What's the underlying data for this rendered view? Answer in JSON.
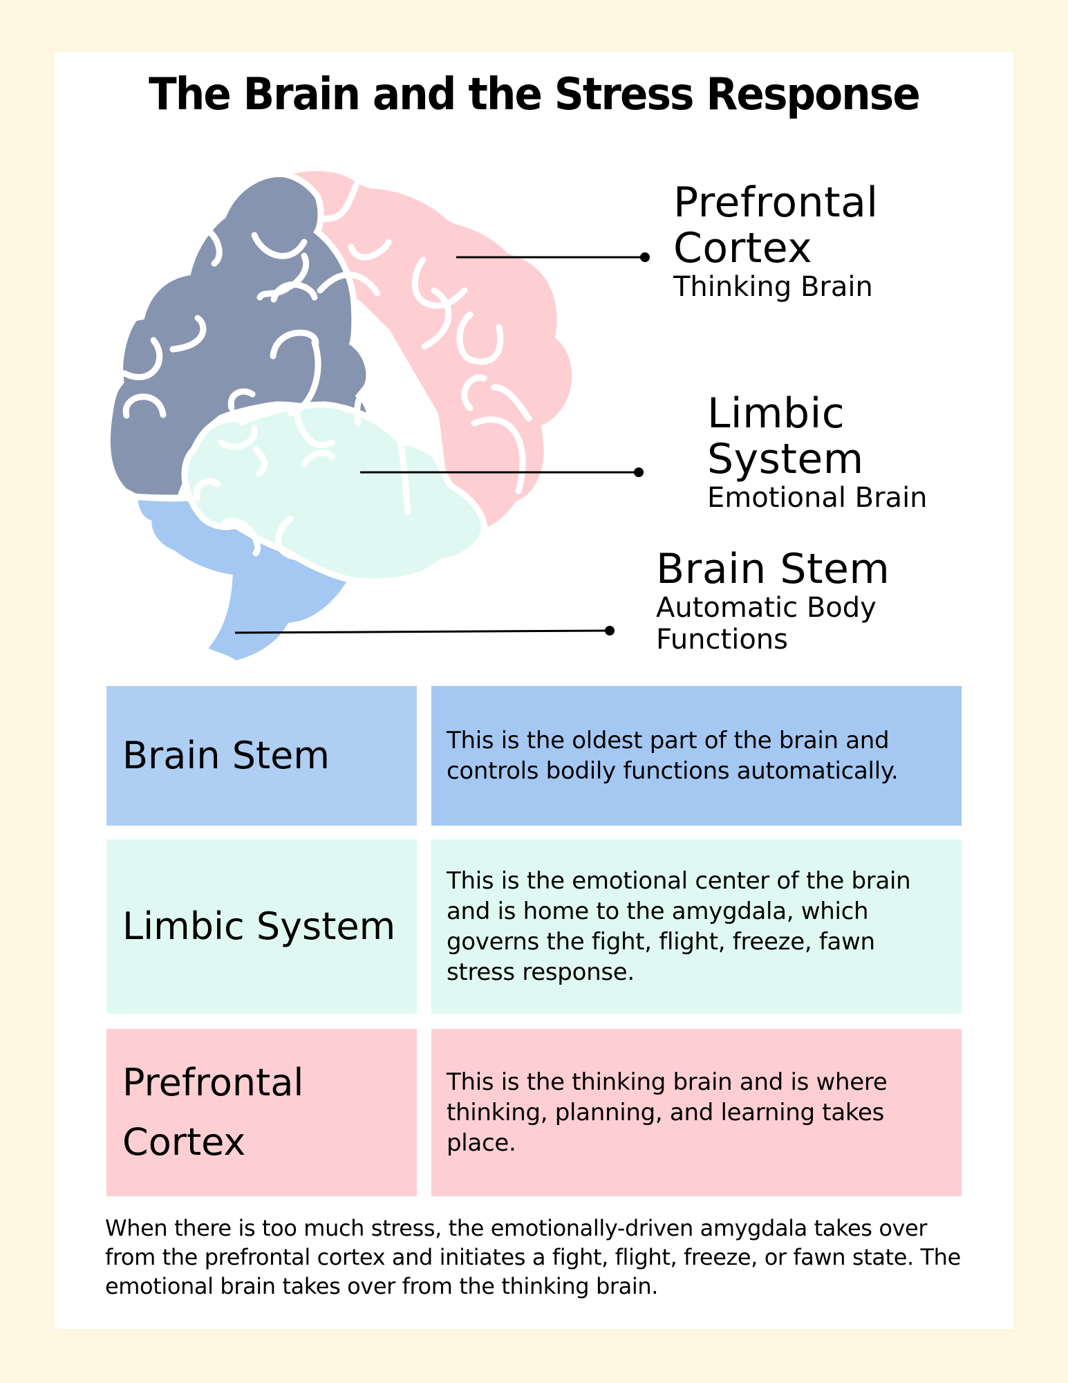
{
  "title": "The Brain and the Stress Response",
  "colors": {
    "background": "#FDF7E1",
    "card": "#FFFFFF",
    "prefrontal": "#FDCFD3",
    "limbic": "#DFF9F2",
    "brain_stem": "#A4C8F2",
    "brain_stem_label": "#AECEF2",
    "parietal": "#8794B0",
    "text": "#000000"
  },
  "diagram_labels": {
    "prefrontal": {
      "title_line1": "Prefrontal",
      "title_line2": "Cortex",
      "subtitle": "Thinking Brain"
    },
    "limbic": {
      "title_line1": "Limbic",
      "title_line2": "System",
      "subtitle": "Emotional Brain"
    },
    "brain_stem": {
      "title": "Brain Stem",
      "subtitle_line1": "Automatic Body",
      "subtitle_line2": "Functions"
    }
  },
  "table": {
    "rows": [
      {
        "name": "Brain Stem",
        "description": "This is the oldest part of the brain and controls bodily functions automatically."
      },
      {
        "name": "Limbic System",
        "description": "This is the emotional center of the brain and is home to the amygdala, which governs the fight, flight, freeze, fawn stress response."
      },
      {
        "name": "Prefrontal Cortex",
        "description": "This is the thinking brain and is where thinking, planning, and learning takes place."
      }
    ]
  },
  "footer": "When there is too much stress, the emotionally-driven amygdala takes over from the prefrontal cortex and initiates a fight, flight, freeze, or fawn state. The emotional brain takes over from the thinking brain."
}
